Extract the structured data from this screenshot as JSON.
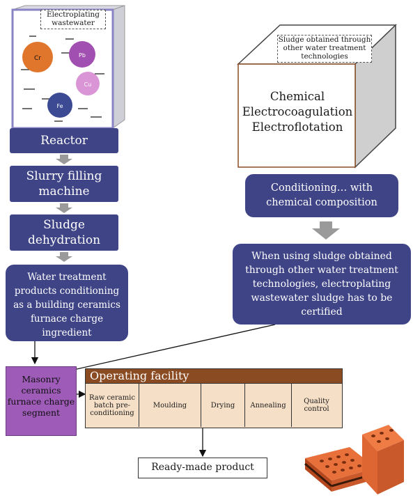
{
  "left_cube_label": "Electroplating wastewater",
  "ions": [
    "Cr",
    "Pb",
    "Cu",
    "Fe"
  ],
  "reactor": "Reactor",
  "slurry": "Slurry filling machine",
  "sludge_dehydration": "Sludge dehydration",
  "water_treatment": "Water treatment products conditioning as a building ceramics furnace charge ingredient",
  "right_cube_label": "Sludge obtained through other water treatment technologies",
  "right_cube_methods": [
    "Chemical",
    "Electrocoagulation",
    "Electroflotation"
  ],
  "conditioning": "Conditioning… with chemical composition",
  "certification_note": "When using sludge obtained through other water treatment technologies, electroplating wastewater sludge has to be certified",
  "masonry": "Masonry ceramics furnace charge segment",
  "operating_facility": {
    "title": "Operating facility",
    "steps": [
      "Raw ceramic batch pre-conditioning",
      "Moulding",
      "Drying",
      "Annealing",
      "Quality control"
    ]
  },
  "ready_made": "Ready-made product",
  "colors": {
    "navy": "#3f4487",
    "purple": "#9e5bb8",
    "facility_header": "#8a4b22",
    "facility_body": "#f6dfc7",
    "arrow_gray": "#9a9a9a"
  }
}
